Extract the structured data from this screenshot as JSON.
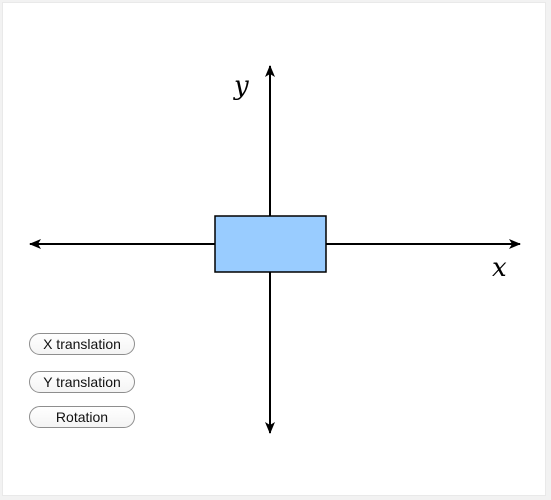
{
  "axes": {
    "x_label": "x",
    "y_label": "y"
  },
  "shape": {
    "type": "rectangle",
    "fill_color": "#99ccff",
    "stroke_color": "#000000"
  },
  "controls": {
    "x_translation_label": "X translation",
    "y_translation_label": "Y translation",
    "rotation_label": "Rotation"
  }
}
